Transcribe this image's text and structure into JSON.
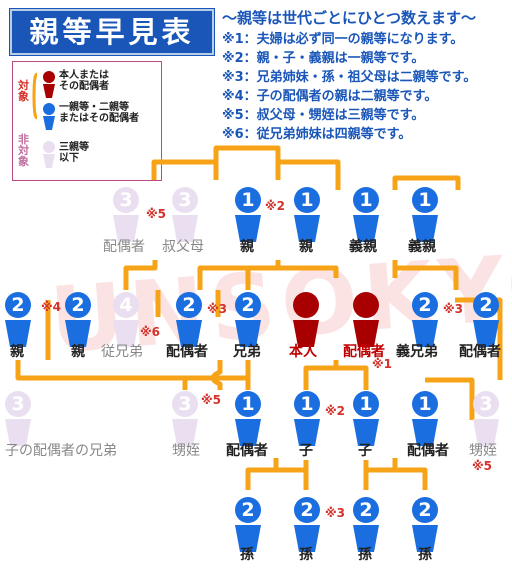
{
  "title": "親等早見表",
  "notes": {
    "heading": "〜親等は世代ごとにひとつ数えます〜",
    "items": [
      "※1：夫婦は必ず同一の親等になります。",
      "※2：親・子・義親は一親等です。",
      "※3：兄弟姉妹・孫・祖父母は二親等です。",
      "※4：子の配偶者の親は二親等です。",
      "※5：叔父母・甥姪は三親等です。",
      "※6：従兄弟姉妹は四親等です。"
    ]
  },
  "legend": {
    "target_label": "対象",
    "non_target_label": "非対象",
    "self_spouse": "本人または\nその配偶者",
    "first_second": "一親等・二親等\nまたはその配偶者",
    "third_below": "三親等\n以下"
  },
  "colors": {
    "blue": "#1a6ee0",
    "red": "#a80000",
    "gray": "#eadff0",
    "line": "#f7a318",
    "note": "#1a56b8",
    "mark": "#d4322a"
  },
  "watermark": "UNSOKYO",
  "people": [
    {
      "num": "3",
      "kind": "gray"
    },
    {
      "num": "3",
      "kind": "gray"
    },
    {
      "num": "1",
      "kind": "blue"
    },
    {
      "num": "1",
      "kind": "blue"
    },
    {
      "num": "1",
      "kind": "blue"
    },
    {
      "num": "1",
      "kind": "blue"
    },
    {
      "num": "2",
      "kind": "blue"
    },
    {
      "num": "2",
      "kind": "blue"
    },
    {
      "num": "4",
      "kind": "gray"
    },
    {
      "num": "2",
      "kind": "blue"
    },
    {
      "num": "2",
      "kind": "blue"
    },
    {
      "num": "",
      "kind": "red"
    },
    {
      "num": "",
      "kind": "red"
    },
    {
      "num": "2",
      "kind": "blue"
    },
    {
      "num": "2",
      "kind": "blue"
    },
    {
      "num": "3",
      "kind": "gray"
    },
    {
      "num": "3",
      "kind": "gray"
    },
    {
      "num": "1",
      "kind": "blue"
    },
    {
      "num": "1",
      "kind": "blue"
    },
    {
      "num": "1",
      "kind": "blue"
    },
    {
      "num": "1",
      "kind": "blue"
    },
    {
      "num": "3",
      "kind": "gray"
    },
    {
      "num": "2",
      "kind": "blue"
    },
    {
      "num": "2",
      "kind": "blue"
    },
    {
      "num": "2",
      "kind": "blue"
    },
    {
      "num": "2",
      "kind": "blue"
    }
  ],
  "labels": {
    "spouse": "配偶者",
    "uncle_aunt": "叔父母",
    "parent": "親",
    "in_law_parent": "義親",
    "cousin": "従兄弟",
    "sibling": "兄弟",
    "self": "本人",
    "in_law_sibling": "義兄弟",
    "child_spouse_sibling": "子の配偶者の兄弟",
    "nephew_niece": "甥姪",
    "child": "子",
    "grandchild": "孫"
  },
  "marks": {
    "m1": "※1",
    "m2": "※2",
    "m3": "※3",
    "m4": "※4",
    "m5": "※5",
    "m6": "※6"
  }
}
